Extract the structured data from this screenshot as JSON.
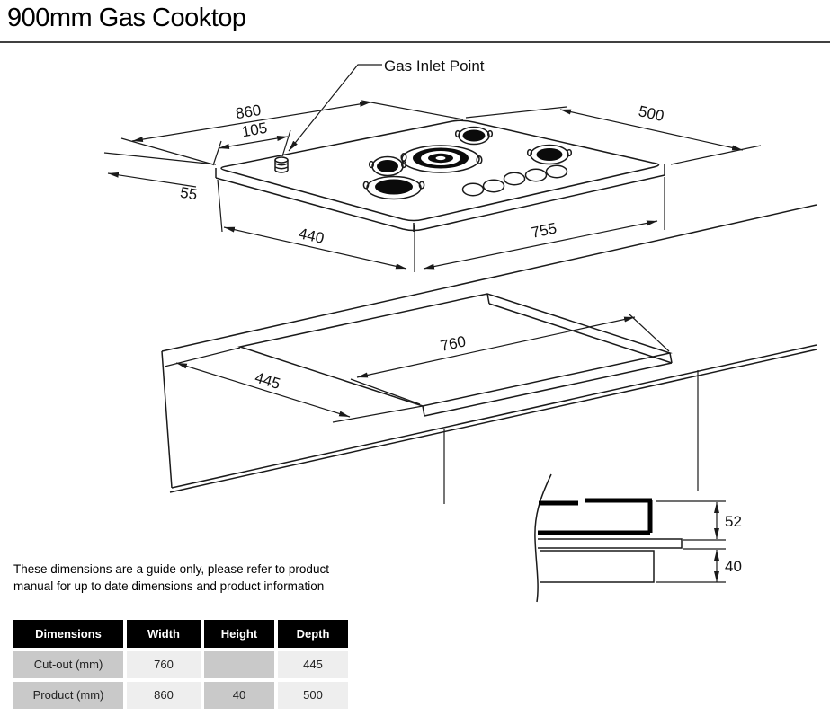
{
  "page": {
    "title": "900mm Gas Cooktop"
  },
  "diagram": {
    "callout": "Gas Inlet Point",
    "dims": {
      "product_width": "860",
      "gas_inlet_offset": "105",
      "gas_inlet_side_offset": "55",
      "product_depth": "500",
      "trim_depth": "440",
      "trim_width": "755",
      "cutout_width": "760",
      "cutout_depth": "445",
      "above_bench_height": "52",
      "bench_thickness": "40"
    }
  },
  "disclaimer": {
    "line1": "These dimensions are a guide only, please refer to product",
    "line2": "manual for up to date dimensions and product information"
  },
  "spec_table": {
    "headers": [
      "Dimensions",
      "Width",
      "Height",
      "Depth"
    ],
    "rows": [
      [
        "Cut-out (mm)",
        "760",
        "",
        "445"
      ],
      [
        "Product (mm)",
        "860",
        "40",
        "500"
      ]
    ]
  },
  "colors": {
    "line": "#1a1a1a",
    "rule": "#404040",
    "table_header_bg": "#000000",
    "table_header_text": "#ffffff",
    "cell_dark": "#c9c9c9",
    "cell_light": "#eeeeee"
  }
}
